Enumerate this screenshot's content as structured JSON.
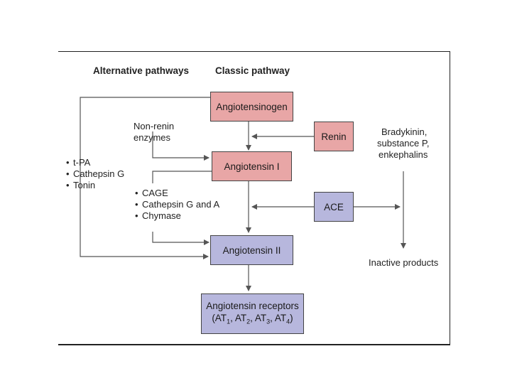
{
  "headings": {
    "alternative": "Alternative pathways",
    "classic": "Classic pathway"
  },
  "boxes": {
    "angiotensinogen": "Angiotensinogen",
    "renin": "Renin",
    "angiotensin_1": "Angiotensin I",
    "ace": "ACE",
    "angiotensin_2": "Angiotensin II",
    "receptors_line1": "Angiotensin receptors",
    "receptors_line2": "(AT1, AT2, AT3, AT4)"
  },
  "labels": {
    "non_renin_line1": "Non-renin",
    "non_renin_line2": "enzymes",
    "bradykinin_line1": "Bradykinin,",
    "bradykinin_line2": "substance P,",
    "bradykinin_line3": "enkephalins",
    "inactive_products": "Inactive products"
  },
  "alt_enzymes": [
    "t-PA",
    "Cathepsin G",
    "Tonin"
  ],
  "ang1_to_ang2_enzymes": [
    "CAGE",
    "Cathepsin G and A",
    "Chymase"
  ],
  "colors": {
    "pink_box": "#e8a6a6",
    "blue_box": "#b7b7dd",
    "line": "#555555"
  }
}
